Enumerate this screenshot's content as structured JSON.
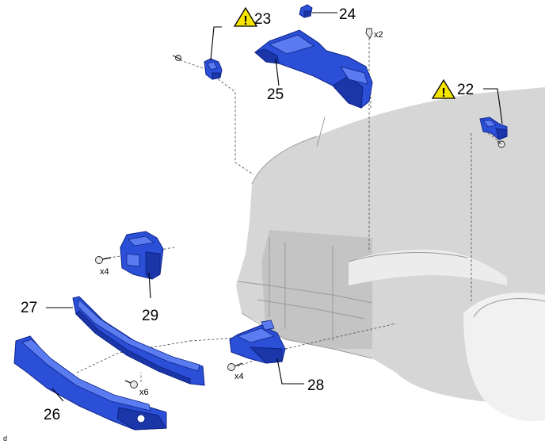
{
  "callouts": {
    "c22": "22",
    "c23": "23",
    "c24": "24",
    "c25": "25",
    "c26": "26",
    "c27": "27",
    "c28": "28",
    "c29": "29"
  },
  "quantities": {
    "clip_24": "x2",
    "bolt_29": "x4",
    "bolt_28": "x4",
    "bolt_27": "x6"
  },
  "warning_symbol": "!",
  "corner_code": "d",
  "colors": {
    "part_blue": "#2b4fd6",
    "warning_yellow": "#f5e400"
  },
  "icons": {
    "warning": "warning-triangle-icon",
    "fastener": "bolt-icon"
  }
}
